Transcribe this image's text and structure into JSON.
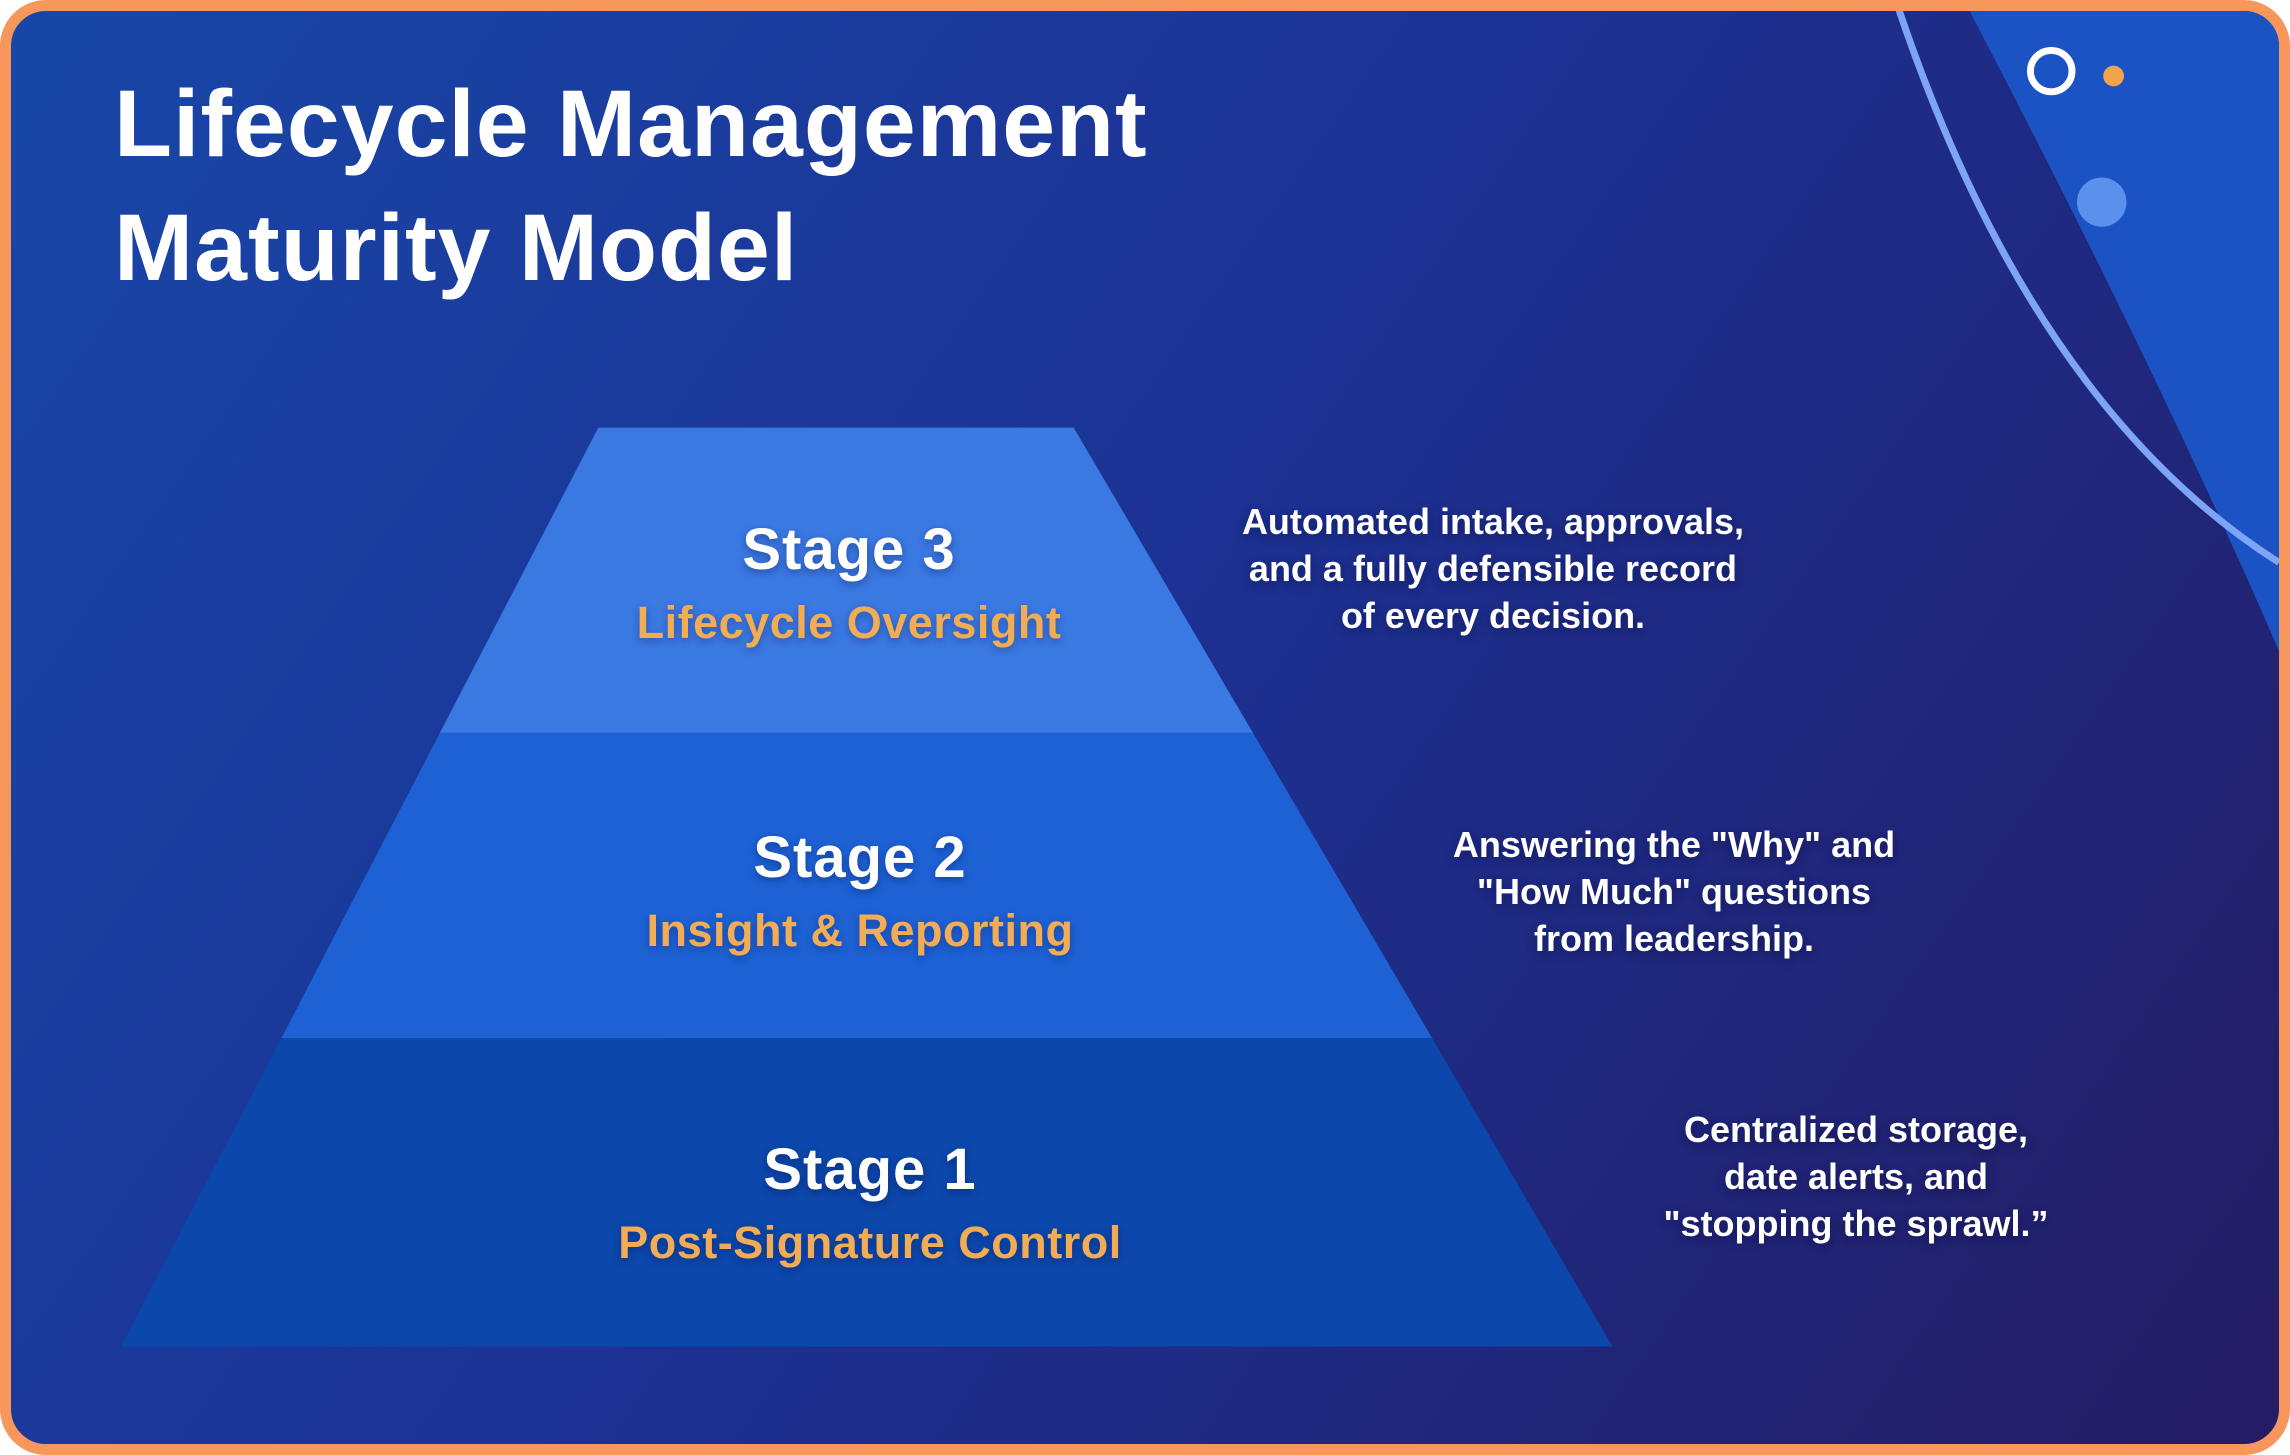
{
  "title": {
    "line1": "Lifecycle Management",
    "line2": "Maturity Model"
  },
  "pyramid": {
    "name_color": "#FFFFFF",
    "label_color": "#F2AC56",
    "stages": [
      {
        "name": "Stage 3",
        "label": "Lifecycle Oversight",
        "color": "#3A78E2",
        "annotation_lines": [
          "Automated intake, approvals,",
          "and a fully defensible record",
          "of every decision."
        ]
      },
      {
        "name": "Stage 2",
        "label": "Insight & Reporting",
        "color": "#1D61D4",
        "annotation_lines": [
          "Answering the \"Why\" and",
          "\"How Much\" questions",
          "from leadership."
        ]
      },
      {
        "name": "Stage 1",
        "label": "Post-Signature Control",
        "color": "#0C47AB",
        "annotation_lines": [
          "Centralized storage,",
          "date alerts, and",
          "\"stopping the sprawl.”"
        ]
      }
    ]
  },
  "colors": {
    "border": "#F8975B",
    "bg_top_left": "#1847A8",
    "bg_mid": "#1C3193",
    "bg_bottom": "#241C63",
    "wedge": "#1B52C4",
    "arc_line": "#7EA4F8",
    "ring": "#FFFFFF",
    "orange_dot": "#F0A54D",
    "blue_dot": "#5B91EC",
    "annotation_text": "#FFFFFF"
  }
}
